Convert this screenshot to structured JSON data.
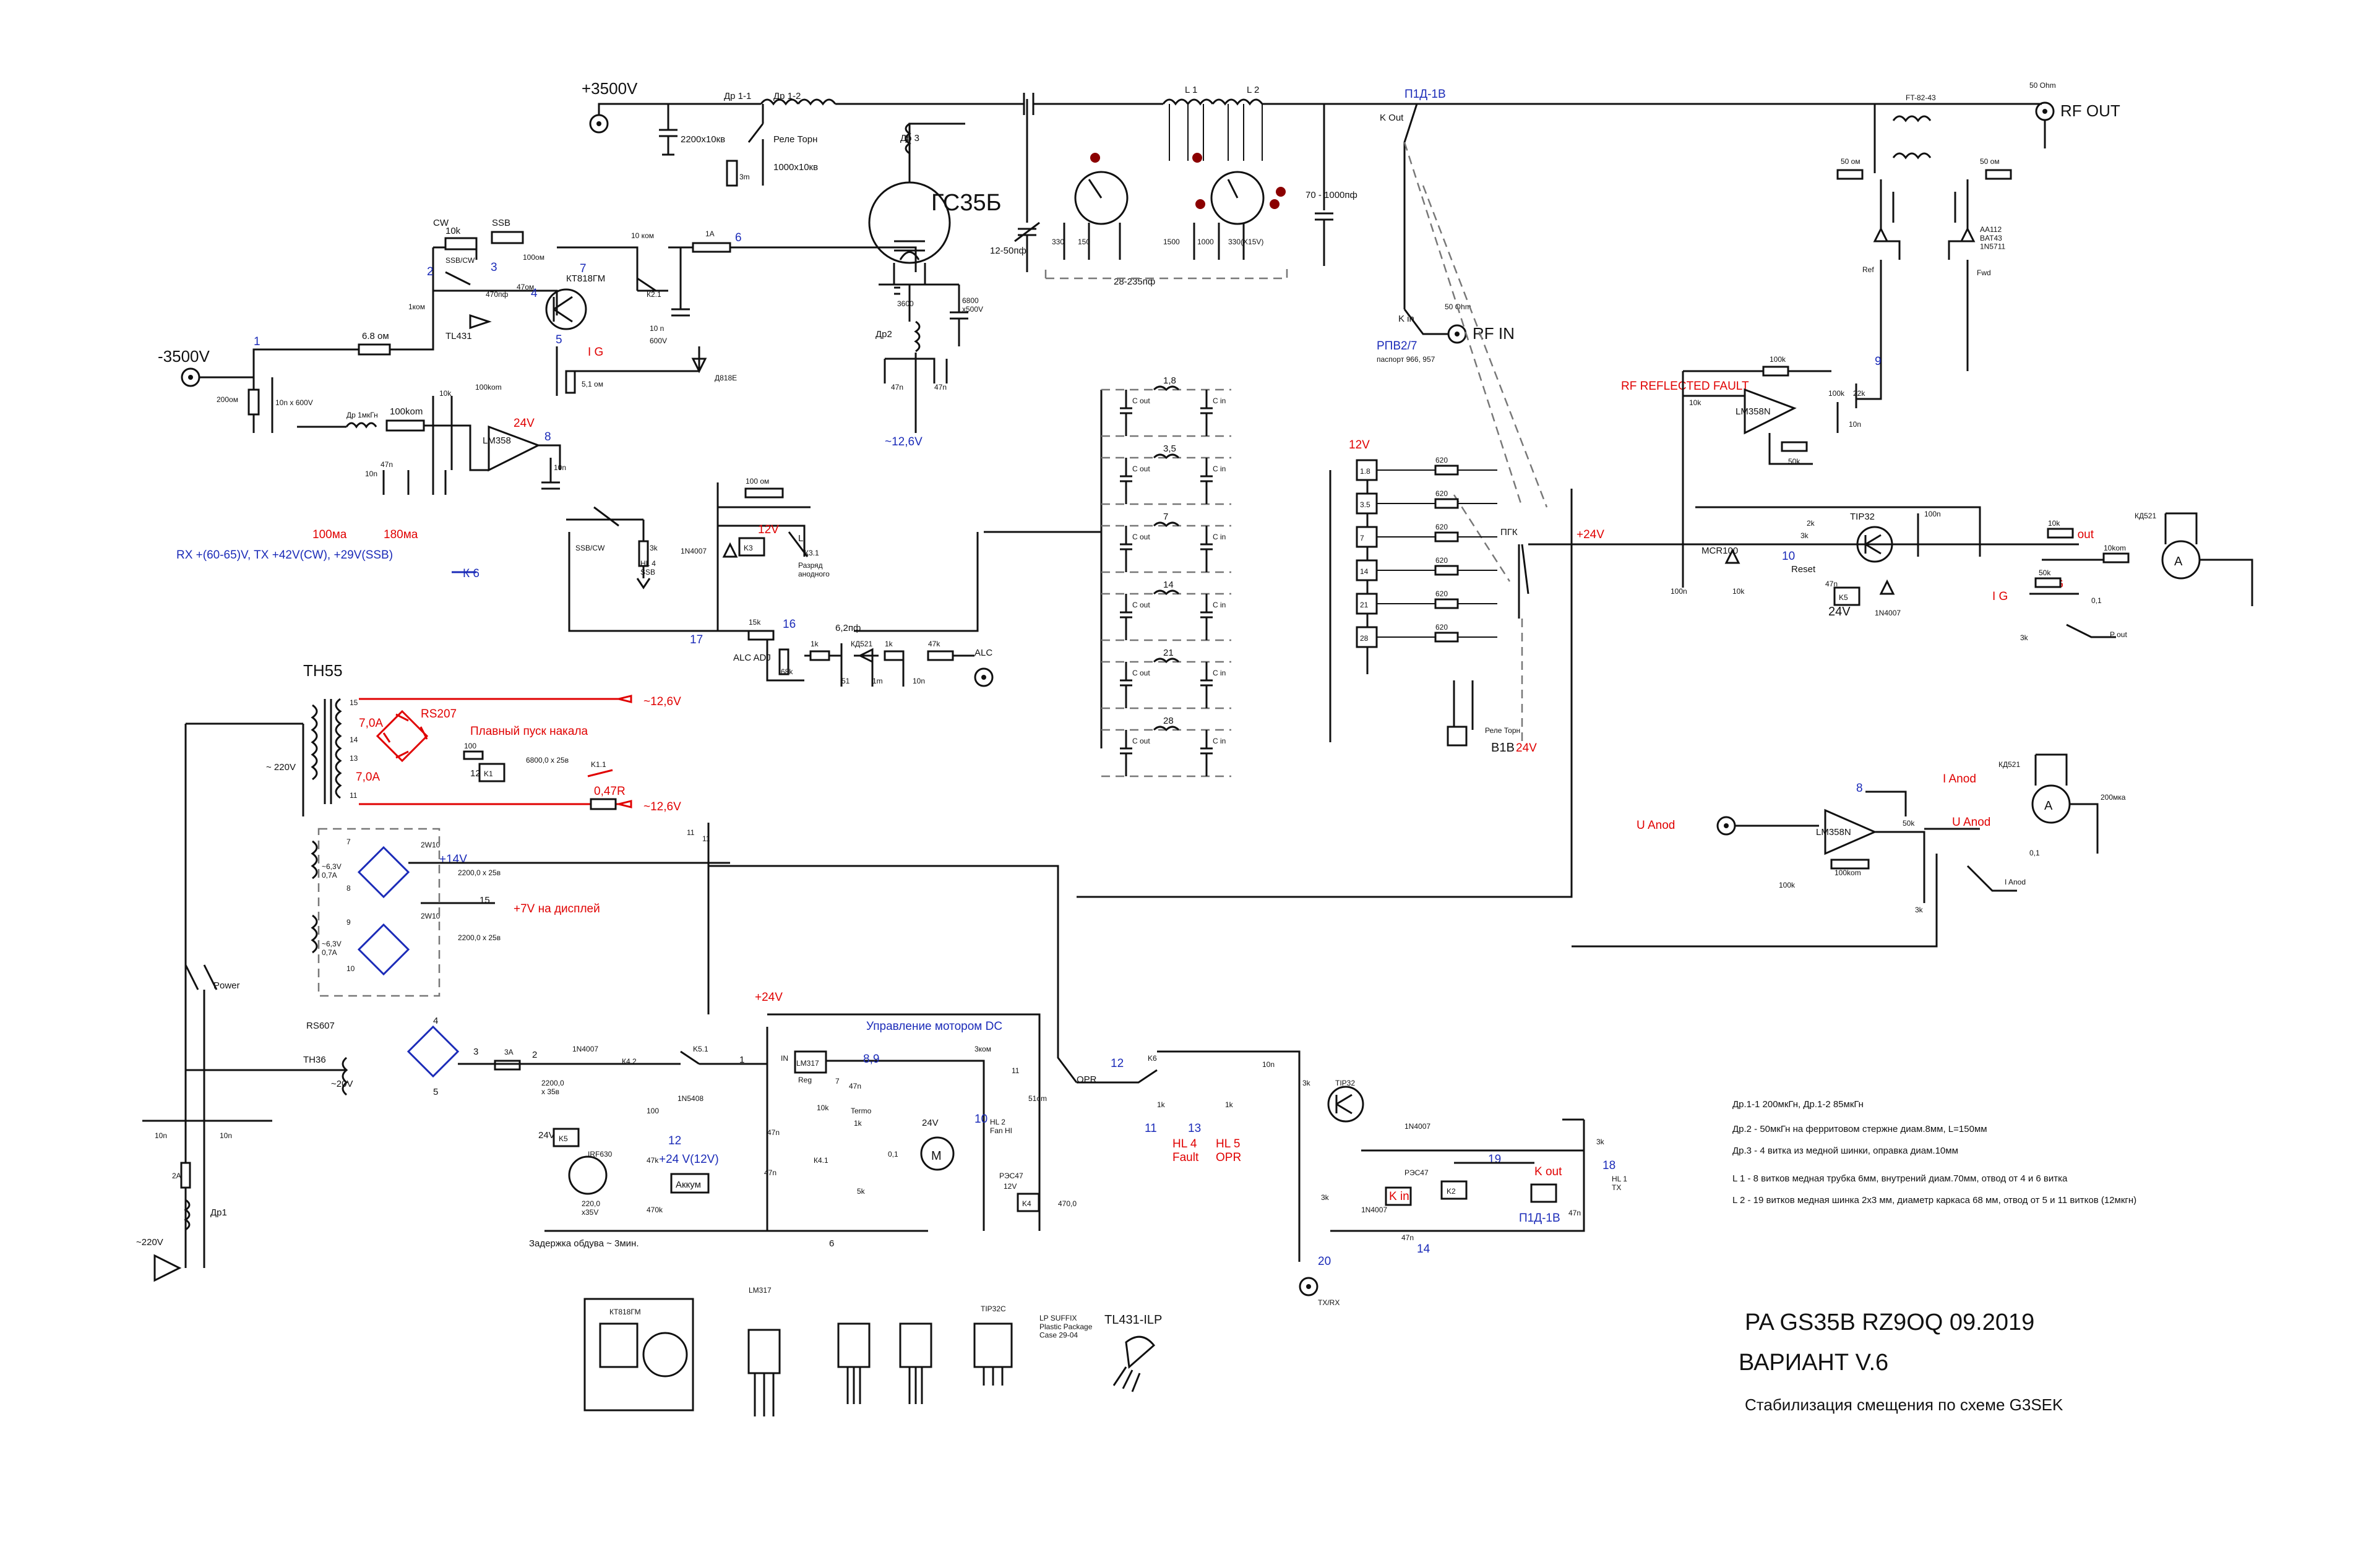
{
  "title": {
    "line1": "PA  GS35B  RZ9OQ  09.2019",
    "line2": "ВАРИАНТ  V.6",
    "line3": "Стабилизация смещения по схеме G3SEK"
  },
  "notes": [
    "Др.1-1  200мкГн, Др.1-2  85мкГн",
    "Др.2 - 50мкГн на ферритовом стержне диам.8мм, L=150мм",
    "Др.3 - 4 витка из медной шинки, оправка диам.10мм",
    "L 1 - 8  витков медная трубка 6мм, внутрений диам.70мм, отвод от 4 и 6 витка",
    "L 2 - 19 витков медная шинка 2х3 мм,  диаметр каркаса 68 мм, отвод от 5  и 11 витков (12мкгн)"
  ],
  "supply": {
    "hv_plus": "+3500V",
    "hv_minus": "-3500V",
    "mains1": "~ 220V",
    "mains2": "~220V",
    "bias_supply": "~20V",
    "rx_tx_note": "RX +(60-65)V,  TX +42V(CW), +29V(SSB)",
    "k6": "К 6",
    "current_100": "100ма",
    "current_180": "180ма",
    "plus24": "+24V",
    "plus24b": "+24V",
    "plus14": "+14V",
    "plus7": "+7V  на дисплей",
    "minus126a": "~12,6V",
    "minus126b": "~12,6V",
    "minus126c": "~12,6V",
    "v12": "12V",
    "v12b": "12V",
    "v24": "24V",
    "akkum": "Аккум",
    "akkum_v": "+24 V(12V)"
  },
  "components": {
    "tube": "ГС35Б",
    "dr11": "Др 1-1",
    "dr12": "Др 1-2",
    "dr3": "Др 3",
    "dr2": "Др2",
    "dr1": "Др1",
    "relay_torn": "Реле Торн",
    "c_2200x10": "2200х10кв",
    "c_1000x10": "1000х10кв",
    "c_3m": "3m",
    "c_2200x10kv": "2200х10kV",
    "l1": "L 1",
    "l2": "L 2",
    "c_12_50": "12-50пф",
    "c_28_235": "28-235пф",
    "c_70_1000": "70 - 1000пф",
    "rf_out": "RF OUT",
    "ohm50_a": "50 Ohm",
    "ohm50_b": "50 Ohm",
    "rf_in": "RF IN",
    "k_out": "K Out",
    "k_in": "K in",
    "p1d": "П1Д-1В",
    "rpv": "РПВ2/7",
    "pasport": "паспорт 966, 957",
    "ft8243": "FT-82-43",
    "tb6900": "3600",
    "c6800": "6800\nх500V",
    "ref": "Ref",
    "fwd": "Fwd",
    "aa112": "АА112\nBAT43\n1N5711",
    "lm358_a": "LM358",
    "lm358n_a": "LM358N",
    "lm358n_b": "LM358N",
    "kt818": "КТ818ГМ",
    "tl431": "TL431",
    "k_cw": "CW",
    "k_ssb": "SSB",
    "ssbcw": "SSB/CW",
    "r10k": "10k",
    "ssbcw2": "SSB/CW",
    "hl4ssb": "HL 4\nSSB",
    "d1n4007": "1N4007",
    "k3": "K3",
    "k31": "К3.1",
    "razr": "Разряд\nанодного",
    "alc_adj": "ALC ADJ",
    "alc": "ALC",
    "kd521": "КД521",
    "c62": "6,2пф",
    "rf_fault": "RF REFLECTED FAULT",
    "mcr100": "MCR100",
    "tip32": "TIP32",
    "reset": "Reset",
    "k5": "K5",
    "v24r": "24V",
    "pgk": "ПГК",
    "relay_torn2": "Реле Торн",
    "v1v": "В1В",
    "v1v_24": "24V",
    "p_out": "P out",
    "i_g": "I  G",
    "i_g2": "I  G",
    "p_out2": "P  out",
    "kd521b": "КД521",
    "i_anod": "I Anod",
    "u_anod": "U Anod",
    "u_anod2": "U Anod",
    "i_anod2": "I Anod",
    "ua200": "200мка",
    "th55": "ТН55",
    "th36": "ТН36",
    "rs207": "RS207",
    "rs607": "RS607",
    "soft": "Плавный пуск накала",
    "a7_1": "7,0A",
    "a7_2": "7,0A",
    "k1": "K1",
    "k11": "K1.1",
    "r047": "0,47R",
    "c6800b": "6800,0 х 25в",
    "c2200a": "2200,0 х 25в",
    "c2200b": "2200,0 х 25в",
    "w10a": "2W10",
    "w10b": "2W10",
    "v63a": "~6,3V\n0,7A",
    "v63b": "~6,3V\n0,7A",
    "power": "Power",
    "motor": "Управление мотором DC",
    "lm317": "LM317",
    "termo": "Termo",
    "fan": "HL 2\nFan HI",
    "k4": "K4",
    "k41": "К4.1",
    "k42": "К4.2",
    "k51": "K5.1",
    "irf630": "IRF630",
    "delay": "Задержка обдува ~ 3мин.",
    "c470": "470,0",
    "c2200c": "2200,0\nх 35в",
    "c220": "220,0\nх35V",
    "opr": "OPR",
    "k6b": "K6",
    "hl4fault": "HL 4\nFault",
    "hl5opr": "HL 5\nOPR",
    "tip32b": "TIP32",
    "txrx": "TX/RX",
    "kin": "K in",
    "k2": "K2",
    "p1dv": "П1Д-1В",
    "k_out2": "K out",
    "hl1tx": "HL 1\nTX",
    "kt818gm": "КТ818ГМ",
    "lm317b": "LM317",
    "tip32c": "TIP32C",
    "lp_suffix": "LP SUFFIX\nPlastic Package\nCase 29-04",
    "tl431ilp": "TL431-ILP"
  },
  "bands": [
    "1,8",
    "3,5",
    "7",
    "14",
    "21",
    "28"
  ],
  "band_switch": [
    "1.8",
    "3.5",
    "7",
    "14",
    "21",
    "28"
  ],
  "numbers": [
    "1",
    "2",
    "3",
    "4",
    "5",
    "6",
    "7",
    "8",
    "9",
    "10",
    "11",
    "12",
    "13",
    "14",
    "15",
    "16",
    "17",
    "18",
    "19",
    "20"
  ]
}
